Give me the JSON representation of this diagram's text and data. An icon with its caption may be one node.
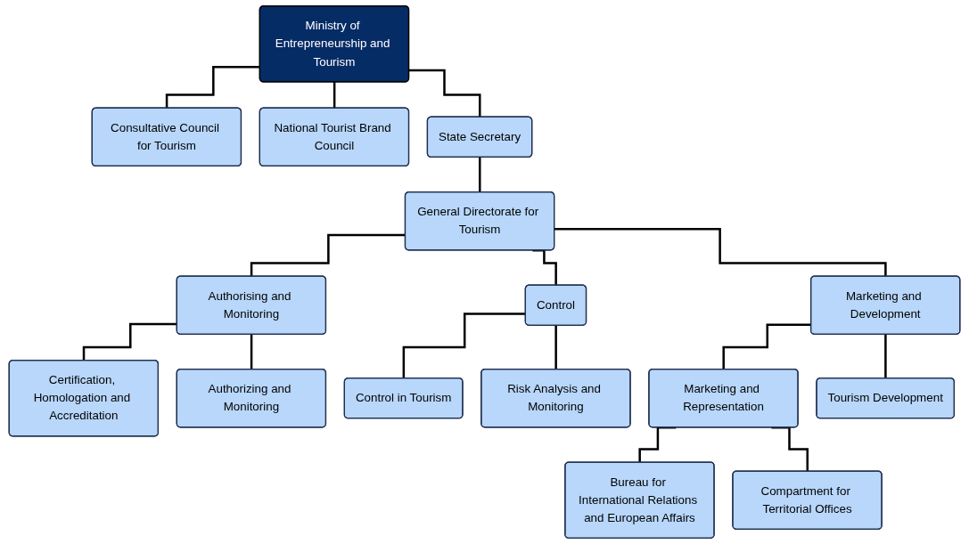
{
  "diagram": {
    "nodes": [
      {
        "text": [
          "Consultative Council for Tourism"
        ]
      },
      {
        "text": [
          "Ministry of Entrepreneurship and Tourism"
        ]
      },
      {
        "text": [
          "National Tourist Brand Council"
        ]
      },
      {
        "text": [
          "State Secretary"
        ]
      },
      {
        "text": [
          "General Directorate for Tourism"
        ]
      },
      {
        "text": [
          "Authorising and Monitoring"
        ]
      },
      {
        "text": [
          "Control"
        ]
      },
      {
        "text": [
          "Marketing and Development"
        ]
      },
      {
        "text": [
          "Certification, Homologation and Accreditation"
        ]
      },
      {
        "text": [
          "Authorizing and Monitoring"
        ]
      },
      {
        "text": [
          "Control in Tourism"
        ]
      },
      {
        "text": [
          "Risk Analysis and Monitoring"
        ]
      },
      {
        "text": [
          "Marketing and Representation"
        ]
      },
      {
        "text": [
          "Tourism Development"
        ]
      },
      {
        "text": [
          "Bureau for International Relations and European Affairs"
        ]
      },
      {
        "text": [
          "Compartment for Territorial Offices"
        ]
      }
    ],
    "edges": [
      {
        "from": 1,
        "to": 0,
        "arrow": "none"
      },
      {
        "from": 1,
        "to": 2,
        "arrow": "none"
      },
      {
        "from": 1,
        "to": 3,
        "arrow": "none"
      },
      {
        "from": 3,
        "to": 4,
        "arrow": "none"
      },
      {
        "from": 4,
        "to": 5,
        "arrow": "none"
      },
      {
        "from": 4,
        "to": 6,
        "arrow": "none"
      },
      {
        "from": 4,
        "to": 7,
        "arrow": "none"
      },
      {
        "from": 5,
        "to": 8,
        "arrow": "none"
      },
      {
        "from": 5,
        "to": 9,
        "arrow": "none"
      },
      {
        "from": 6,
        "to": 10,
        "arrow": "none"
      },
      {
        "from": 6,
        "to": 11,
        "arrow": "none"
      },
      {
        "from": 7,
        "to": 12,
        "arrow": "none"
      },
      {
        "from": 7,
        "to": 13,
        "arrow": "none"
      },
      {
        "from": 12,
        "to": 14,
        "arrow": "none"
      },
      {
        "from": 12,
        "to": 15,
        "arrow": "none"
      }
    ]
  }
}
